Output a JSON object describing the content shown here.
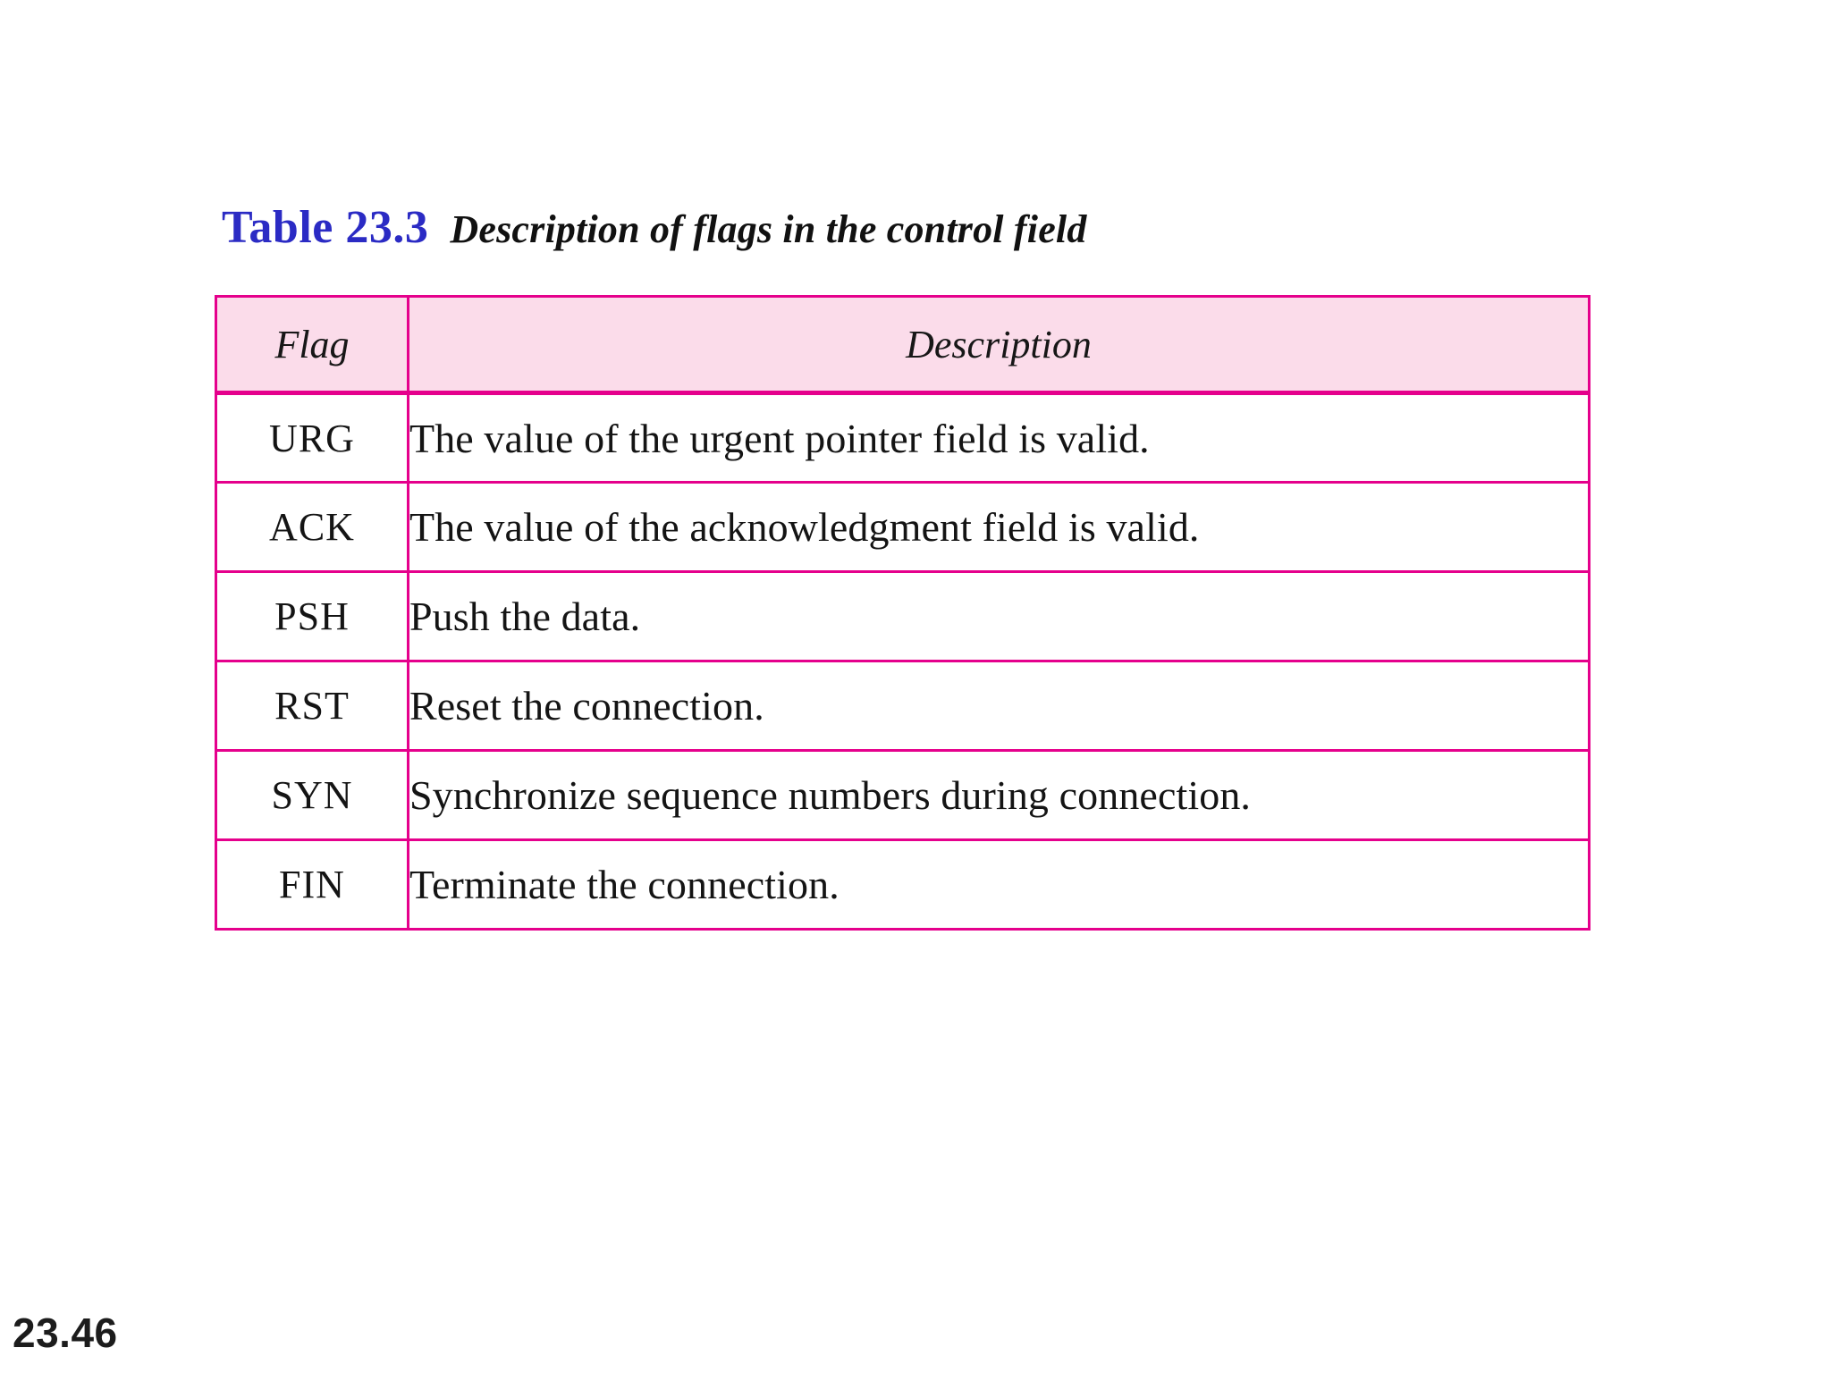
{
  "slide": {
    "background_color": "#ffffff",
    "page_number": "23.46"
  },
  "title": {
    "table_number": "Table 23.3",
    "caption": "Description of flags in the control field",
    "number_color": "#2b2bc4",
    "caption_color": "#111111"
  },
  "table": {
    "border_color": "#e5008c",
    "header_background": "#fbdcea",
    "body_background": "#ffffff",
    "columns": [
      {
        "key": "flag",
        "header": "Flag"
      },
      {
        "key": "description",
        "header": "Description"
      }
    ],
    "rows": [
      {
        "flag": "URG",
        "description": "The value of the urgent pointer field is valid."
      },
      {
        "flag": "ACK",
        "description": "The value of the acknowledgment field is valid."
      },
      {
        "flag": "PSH",
        "description": "Push the data."
      },
      {
        "flag": "RST",
        "description": "Reset the connection."
      },
      {
        "flag": "SYN",
        "description": "Synchronize sequence numbers during connection."
      },
      {
        "flag": "FIN",
        "description": "Terminate the connection."
      }
    ]
  }
}
